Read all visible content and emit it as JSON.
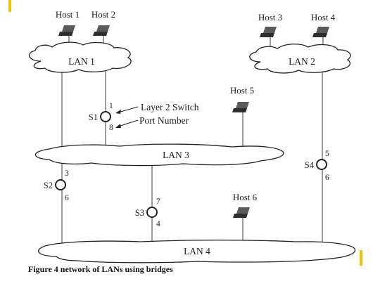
{
  "diagram": {
    "hosts": [
      {
        "id": "h1",
        "label": "Host 1"
      },
      {
        "id": "h2",
        "label": "Host 2"
      },
      {
        "id": "h3",
        "label": "Host 3"
      },
      {
        "id": "h4",
        "label": "Host 4"
      },
      {
        "id": "h5",
        "label": "Host 5"
      },
      {
        "id": "h6",
        "label": "Host 6"
      }
    ],
    "lans": [
      {
        "id": "lan1",
        "label": "LAN 1"
      },
      {
        "id": "lan2",
        "label": "LAN 2"
      },
      {
        "id": "lan3",
        "label": "LAN 3"
      },
      {
        "id": "lan4",
        "label": "LAN 4"
      }
    ],
    "switches": [
      {
        "id": "s1",
        "label": "S1",
        "ports": [
          "1",
          "8"
        ]
      },
      {
        "id": "s2",
        "label": "S2",
        "ports": [
          "3",
          "6"
        ]
      },
      {
        "id": "s3",
        "label": "S3",
        "ports": [
          "7",
          "4"
        ]
      },
      {
        "id": "s4",
        "label": "S4",
        "ports": [
          "5",
          "6"
        ]
      }
    ],
    "annotations": {
      "layer2_switch": "Layer 2 Switch",
      "port_number": "Port Number"
    },
    "accent_color": "#f2c200"
  },
  "caption": "Figure 4 network of LANs using bridges"
}
